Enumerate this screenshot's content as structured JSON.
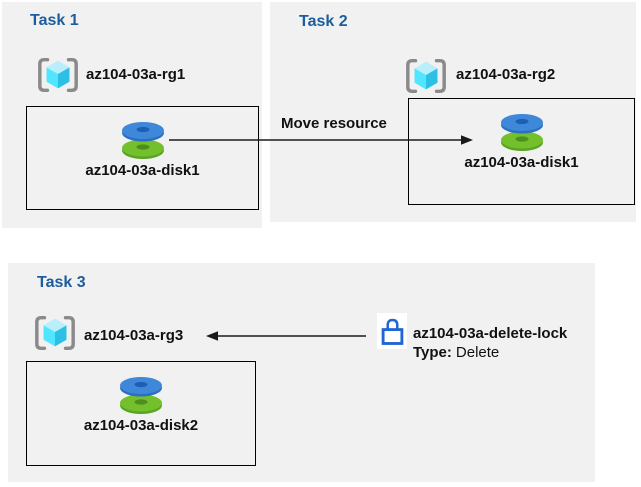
{
  "colors": {
    "panel_bg": "#f1f1f1",
    "title_blue": "#1d5c9e",
    "text": "#111111",
    "box_border": "#000000",
    "arrow": "#1a1a1a",
    "lock_blue": "#2166d4",
    "bracket_gray": "#8a8a8a",
    "cube_top": "#b9eefb",
    "cube_left": "#50e6ff",
    "cube_right": "#2bc0e4",
    "disk_blue": "#3f87d9",
    "disk_blue_side": "#2a6fc0",
    "disk_blue_dark": "#1d5fb2",
    "disk_green": "#73bf2c",
    "disk_green_side": "#5aa423",
    "disk_green_dark": "#4c8f1d"
  },
  "task1": {
    "title": "Task 1",
    "resource_group": "az104-03a-rg1",
    "disk": "az104-03a-disk1"
  },
  "task2": {
    "title": "Task 2",
    "resource_group": "az104-03a-rg2",
    "disk": "az104-03a-disk1"
  },
  "task3": {
    "title": "Task 3",
    "resource_group": "az104-03a-rg3",
    "disk": "az104-03a-disk2"
  },
  "move_arrow": {
    "label": "Move resource"
  },
  "lock": {
    "name": "az104-03a-delete-lock",
    "type_label": "Type:",
    "type_value": "Delete"
  },
  "icons": {
    "resource_group_icon": "azure-resource-group (gray brackets with cyan cube)",
    "disk_icon": "azure-managed-disk (blue donut stacked on green donut)",
    "lock_icon": "padlock-outline (blue)"
  }
}
